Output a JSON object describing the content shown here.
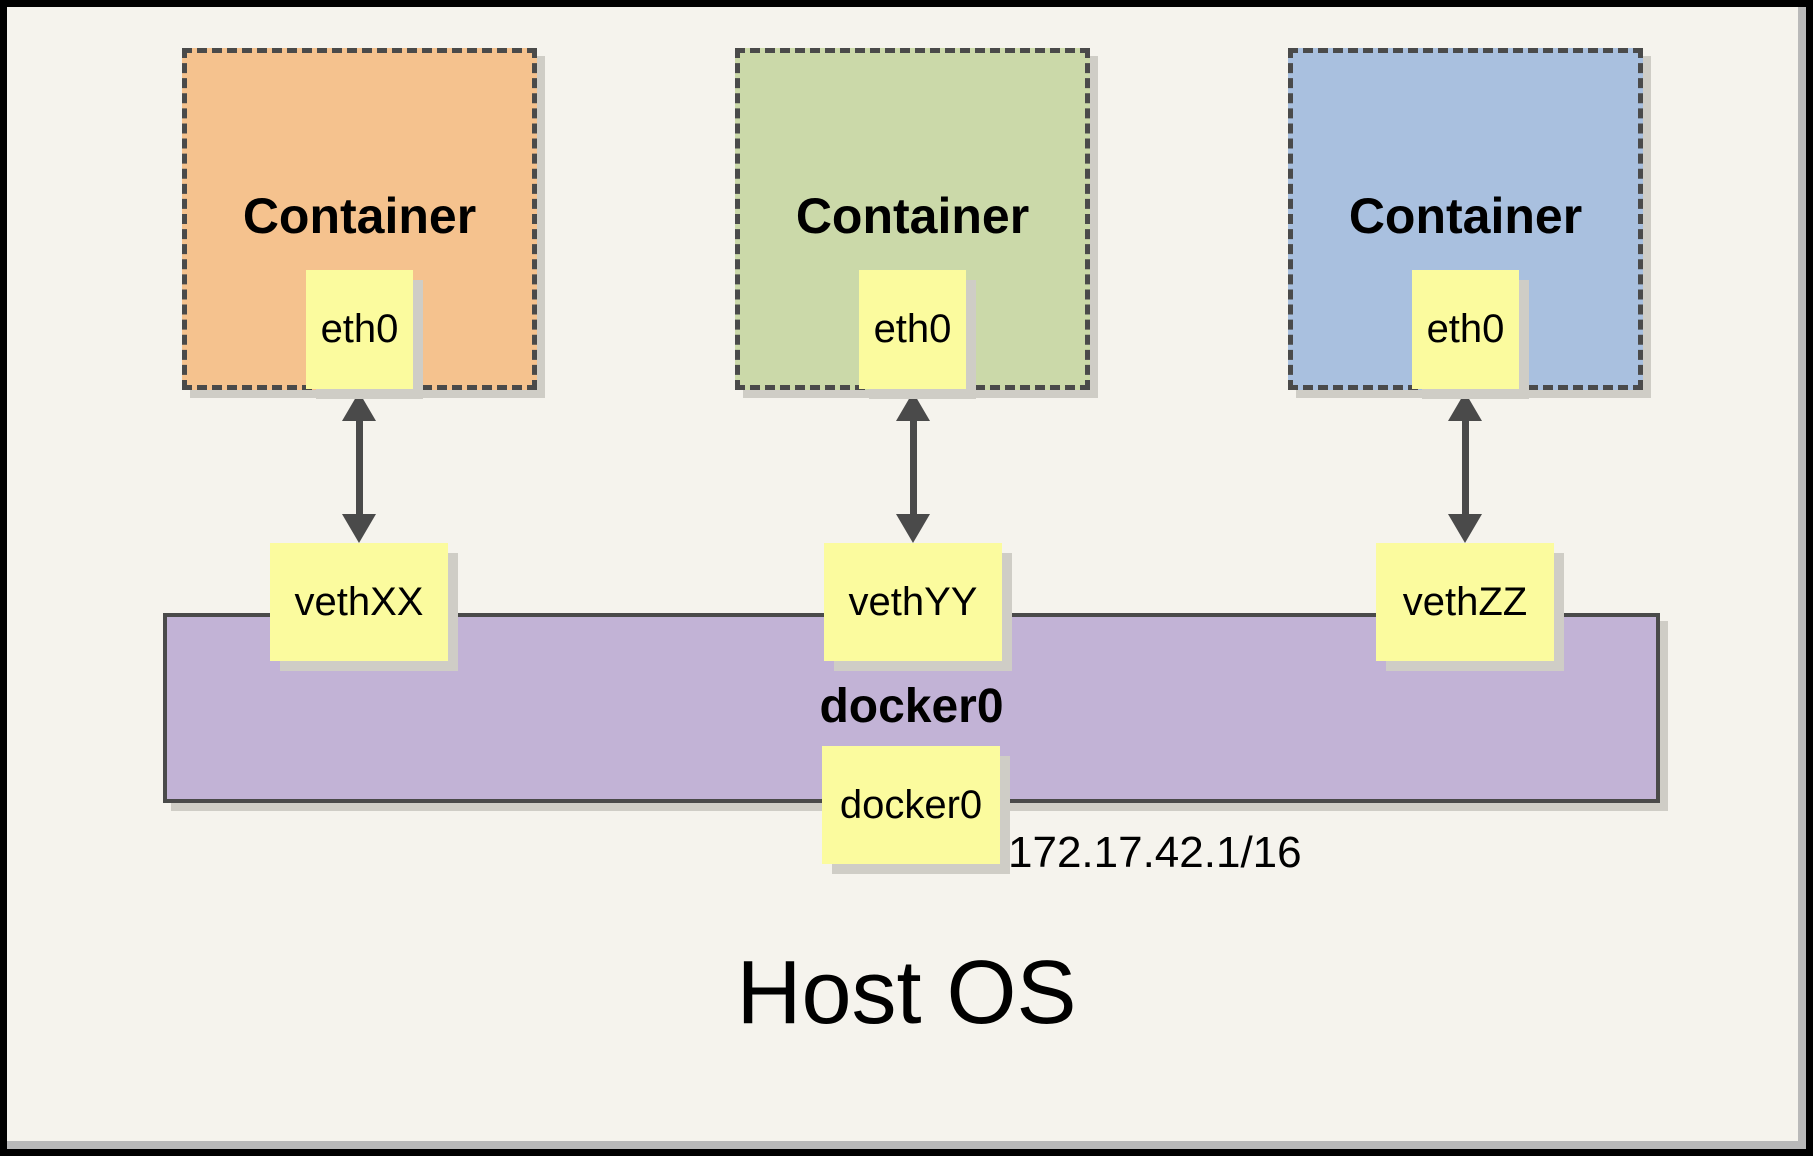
{
  "diagram": {
    "host_label": "Host OS",
    "bridge": {
      "name": "docker0",
      "interface": "docker0",
      "cidr": "172.17.42.1/16"
    },
    "containers": [
      {
        "title": "Container",
        "interface": "eth0",
        "veth": "vethXX"
      },
      {
        "title": "Container",
        "interface": "eth0",
        "veth": "vethYY"
      },
      {
        "title": "Container",
        "interface": "eth0",
        "veth": "vethZZ"
      }
    ],
    "colors": {
      "container_fills": [
        "#F5C28E",
        "#CBD9A9",
        "#A9C0DF"
      ],
      "note_fill": "#FBFB9E",
      "bridge_fill": "#C2B3D6",
      "line": "#4A4A4A",
      "background": "#F5F3ED"
    }
  }
}
